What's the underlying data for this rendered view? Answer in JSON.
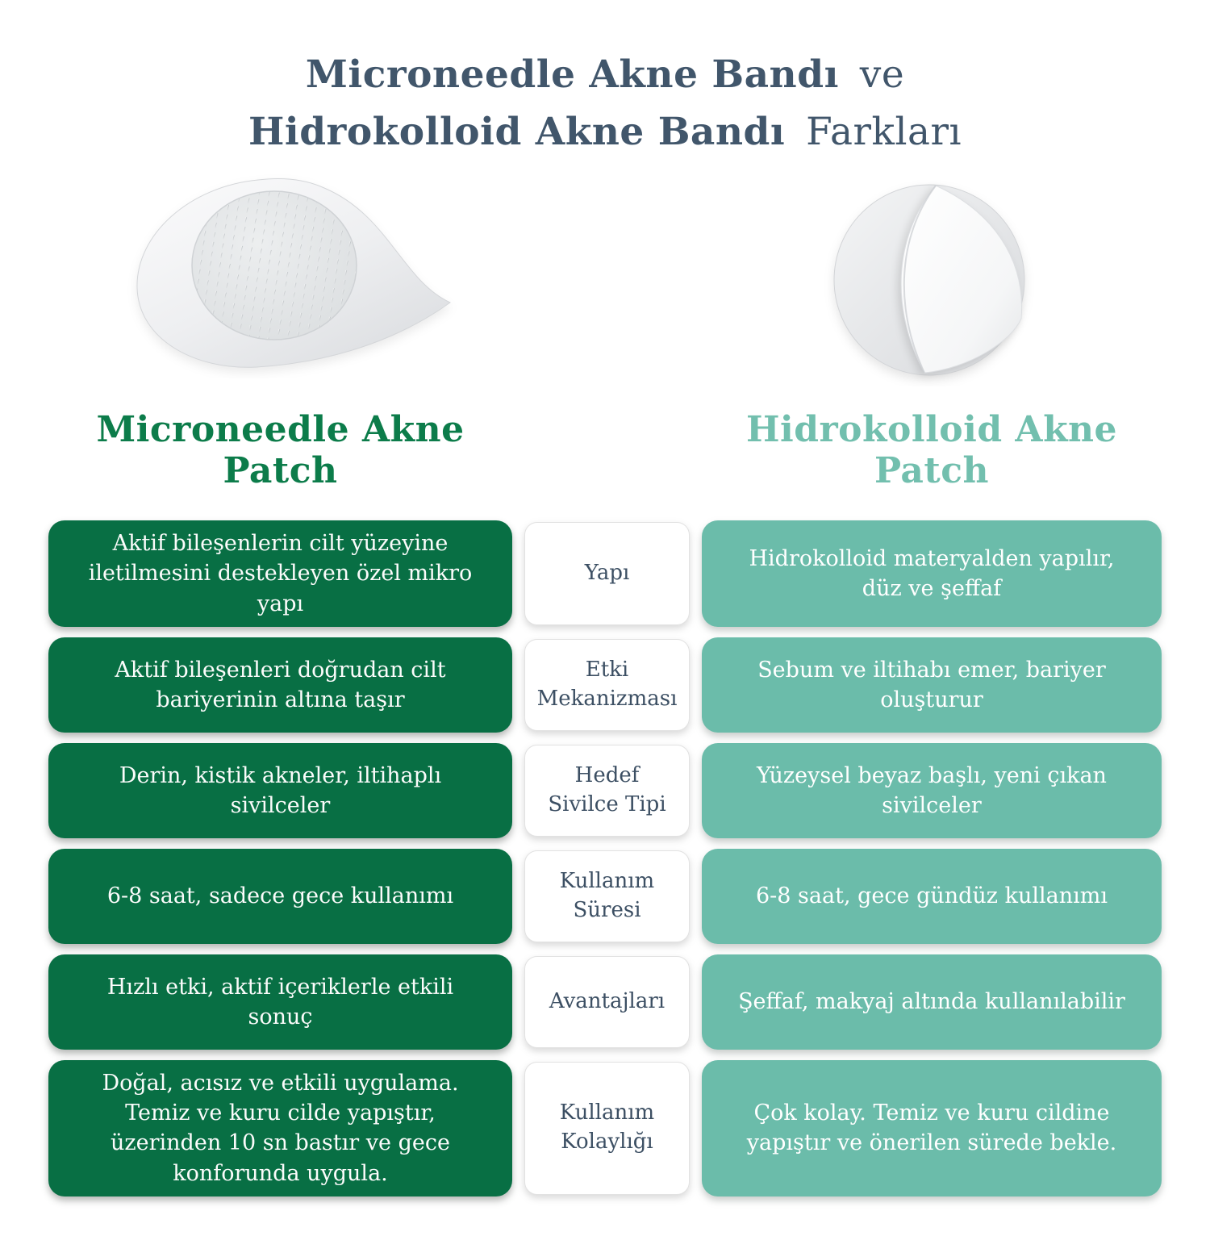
{
  "title": {
    "line1_bold": "Microneedle Akne Bandı",
    "line1_regular": "ve",
    "line2_bold": "Hidrokolloid Akne Bandı",
    "line2_regular": "Farkları"
  },
  "columns": {
    "left_header": "Microneedle Akne Patch",
    "right_header": "Hidrokolloid Akne Patch"
  },
  "colors": {
    "title_text": "#41566b",
    "left_header_text": "#0c7c4a",
    "right_header_text": "#72bfae",
    "left_cell_background": "#086f44",
    "right_cell_background": "#6bbcaa",
    "label_text": "#3c4f63",
    "cell_text": "#ffffff"
  },
  "rows": [
    {
      "left": "Aktif bileşenlerin cilt yüzeyine iletilmesini destekleyen özel mikro yapı",
      "label": "Yapı",
      "right": "Hidrokolloid materyalden yapılır, düz ve şeffaf"
    },
    {
      "left": "Aktif bileşenleri doğrudan cilt bariyerinin altına taşır",
      "label": "Etki Mekanizması",
      "right": "Sebum ve iltihabı emer, bariyer oluşturur"
    },
    {
      "left": "Derin, kistik akneler, iltihaplı sivilceler",
      "label": "Hedef Sivilce Tipi",
      "right": "Yüzeysel beyaz başlı, yeni çıkan sivilceler"
    },
    {
      "left": "6-8 saat, sadece gece kullanımı",
      "label": "Kullanım Süresi",
      "right": "6-8 saat, gece gündüz kullanımı"
    },
    {
      "left": "Hızlı etki, aktif içeriklerle etkili sonuç",
      "label": "Avantajları",
      "right": "Şeffaf, makyaj altında kullanılabilir"
    },
    {
      "left": "Doğal, acısız ve etkili uygulama. Temiz ve kuru cilde yapıştır, üzerinden 10 sn bastır ve gece konforunda uygula.",
      "label": "Kullanım Kolaylığı",
      "right": "Çok kolay. Temiz ve kuru cildine yapıştır ve önerilen sürede bekle."
    }
  ]
}
